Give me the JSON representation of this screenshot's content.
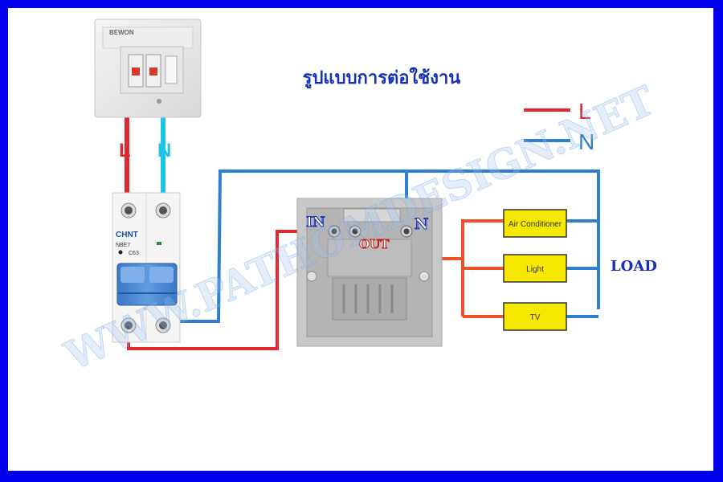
{
  "title": "รูปแบบการต่อใช้งาน",
  "watermark": "WWW.PATHOMDESIGN.NET",
  "breaker_box": {
    "brand": "BEWON"
  },
  "mcb": {
    "brand": "CHNT",
    "model": "NBE7",
    "rating": "C63"
  },
  "feed_labels": {
    "line": "L",
    "neutral": "N"
  },
  "legend": [
    {
      "label": "L",
      "color": "#e0282e"
    },
    {
      "label": "N",
      "color": "#2e7fd0"
    }
  ],
  "switch_terminals": {
    "in": "IN",
    "out": "OUT",
    "neutral": "N"
  },
  "loads": [
    {
      "label": "Air Conditioner"
    },
    {
      "label": "Light"
    },
    {
      "label": "TV"
    }
  ],
  "load_label": "LOAD",
  "colors": {
    "line_wire": "#e0282e",
    "neutral_wire": "#2e7fd0",
    "load_box": "#f6e800",
    "title_text": "#1630b8",
    "frame": "#0000ee"
  }
}
